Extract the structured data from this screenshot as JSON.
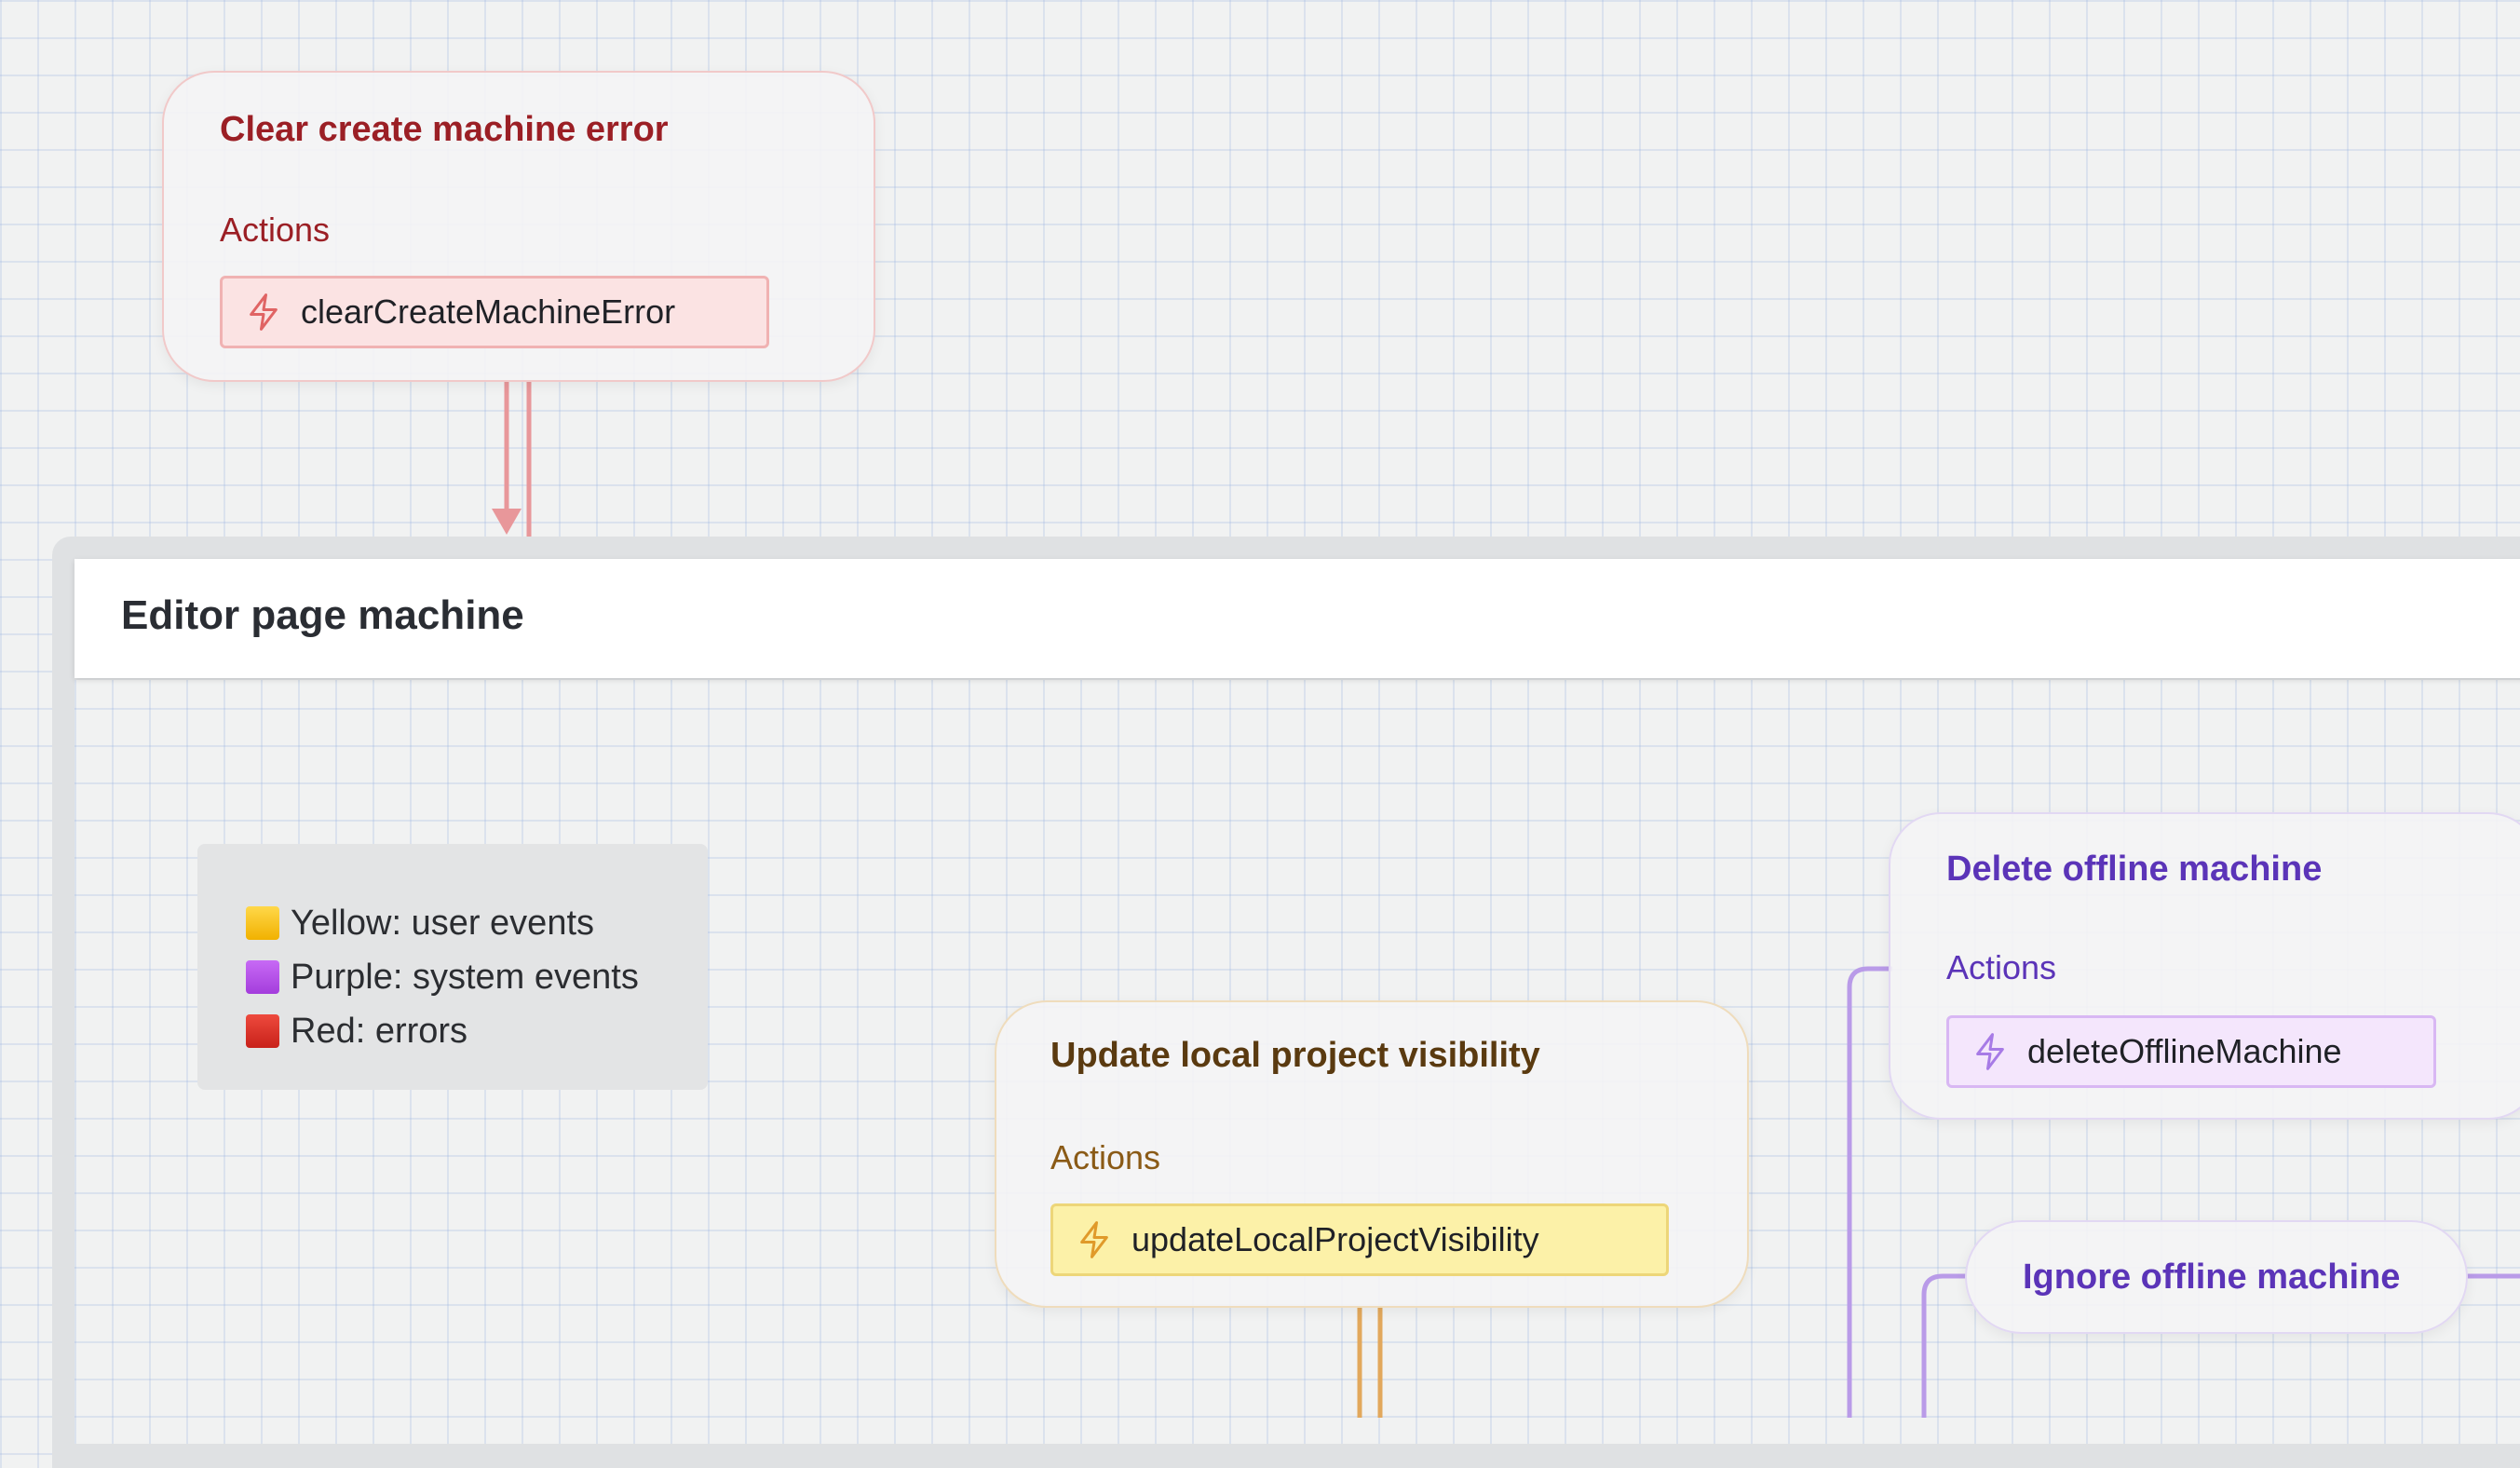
{
  "machine": {
    "title": "Editor page machine"
  },
  "legend": {
    "items": [
      {
        "label": "Yellow: user events",
        "color": "#f6c21a"
      },
      {
        "label": "Purple: system events",
        "color": "#b44ee8"
      },
      {
        "label": "Red: errors",
        "color": "#d92e24"
      }
    ]
  },
  "states": {
    "clear_create_machine_error": {
      "title": "Clear create machine error",
      "section": "Actions",
      "action": "clearCreateMachineError"
    },
    "update_local_project_visibility": {
      "title": "Update local project visibility",
      "section": "Actions",
      "action": "updateLocalProjectVisibility"
    },
    "delete_offline_machine": {
      "title": "Delete offline machine",
      "section": "Actions",
      "action": "deleteOfflineMachine"
    },
    "ignore_offline_machine": {
      "title": "Ignore offline machine"
    }
  },
  "colors": {
    "red": "#e8979a",
    "yellow": "#e2a85c",
    "purple": "#b99be8"
  },
  "icons": {
    "action": "lightning-bolt-icon"
  }
}
